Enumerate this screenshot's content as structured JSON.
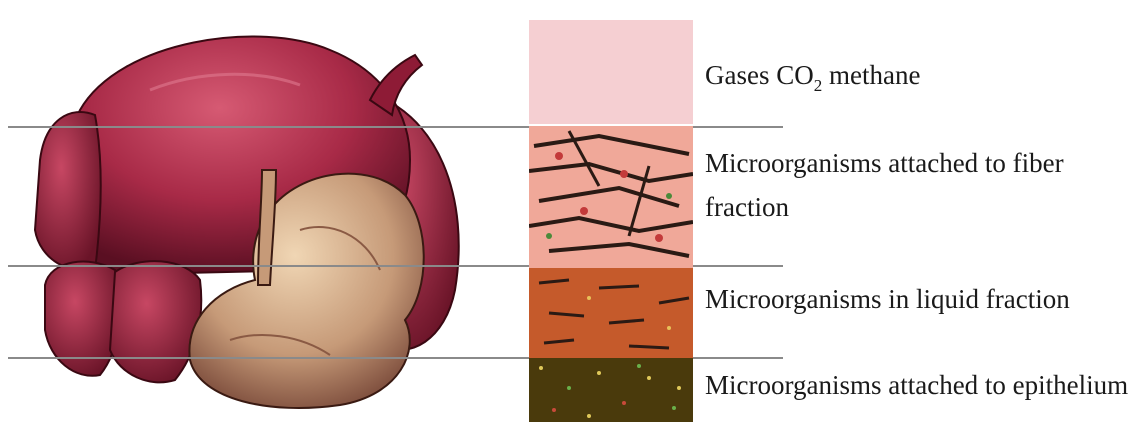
{
  "layers": [
    {
      "id": "gas",
      "label_main": "Gases CO",
      "label_sub": "2",
      "label_tail": " methane",
      "color": "#f5cfd2"
    },
    {
      "id": "fiber",
      "label_line1": "Microorganisms attached to fiber",
      "label_line2": "fraction",
      "color": "#f0a899"
    },
    {
      "id": "liquid",
      "label": "Microorganisms in liquid fraction",
      "color": "#c55a2b"
    },
    {
      "id": "epithelium",
      "label": "Microorganisms attached to epithelium",
      "color": "#4a3a0c"
    }
  ],
  "colors": {
    "stomach_dark": "#8e1b36",
    "stomach_mid": "#b73a54",
    "stomach_light": "#d9b08a",
    "guide_line": "#8a8a8a"
  }
}
